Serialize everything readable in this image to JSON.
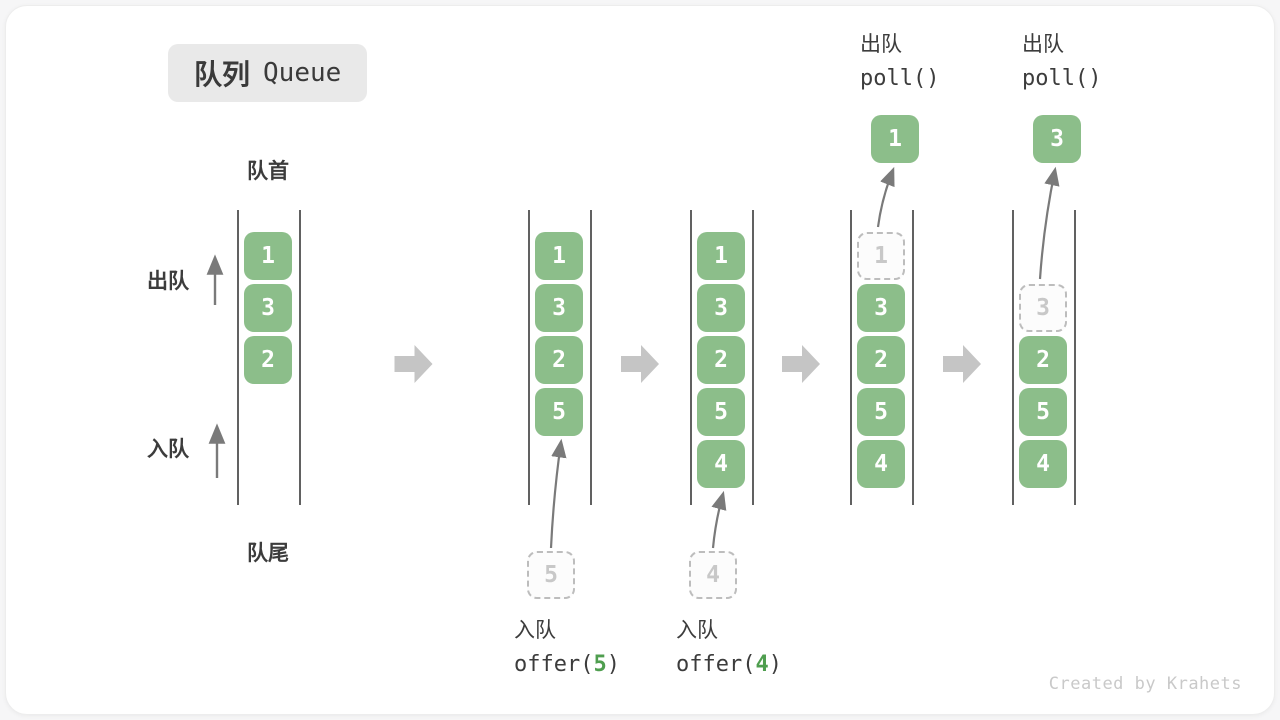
{
  "title": {
    "zh": "队列",
    "en": "Queue"
  },
  "annotations": {
    "front": "队首",
    "rear": "队尾",
    "dequeue_side": "出队",
    "enqueue_side": "入队"
  },
  "footer": "Created by Krahets",
  "colors": {
    "box_green": "#8cbe8a",
    "arg_green": "#4f9e4f",
    "ghost_gray": "#c8c8c8",
    "block_arrow": "#c5c5c5",
    "thin_arrow": "#7a7a7a",
    "column_line": "#616161",
    "text_dark": "#3c3c3c"
  },
  "states": [
    {
      "name": "initial",
      "cells": [
        {
          "row": 1,
          "value": "1"
        },
        {
          "row": 2,
          "value": "3"
        },
        {
          "row": 3,
          "value": "2"
        }
      ]
    },
    {
      "name": "after-offer-5",
      "cells": [
        {
          "row": 1,
          "value": "1"
        },
        {
          "row": 2,
          "value": "3"
        },
        {
          "row": 3,
          "value": "2"
        },
        {
          "row": 4,
          "value": "5"
        }
      ],
      "enqueue": {
        "staged_value": "5",
        "label": "入队",
        "call_pre": "offer(",
        "call_arg": "5",
        "call_post": ")"
      }
    },
    {
      "name": "after-offer-4",
      "cells": [
        {
          "row": 1,
          "value": "1"
        },
        {
          "row": 2,
          "value": "3"
        },
        {
          "row": 3,
          "value": "2"
        },
        {
          "row": 4,
          "value": "5"
        },
        {
          "row": 5,
          "value": "4"
        }
      ],
      "enqueue": {
        "staged_value": "4",
        "label": "入队",
        "call_pre": "offer(",
        "call_arg": "4",
        "call_post": ")"
      }
    },
    {
      "name": "after-poll-1",
      "cells": [
        {
          "row": 1,
          "value": "1",
          "ghost": true
        },
        {
          "row": 2,
          "value": "3"
        },
        {
          "row": 3,
          "value": "2"
        },
        {
          "row": 4,
          "value": "5"
        },
        {
          "row": 5,
          "value": "4"
        }
      ],
      "dequeue": {
        "popped_value": "1",
        "label": "出队",
        "call": "poll()"
      }
    },
    {
      "name": "after-poll-3",
      "cells": [
        {
          "row": 2,
          "value": "3",
          "ghost": true
        },
        {
          "row": 3,
          "value": "2"
        },
        {
          "row": 4,
          "value": "5"
        },
        {
          "row": 5,
          "value": "4"
        }
      ],
      "dequeue": {
        "popped_value": "3",
        "label": "出队",
        "call": "poll()"
      }
    }
  ]
}
